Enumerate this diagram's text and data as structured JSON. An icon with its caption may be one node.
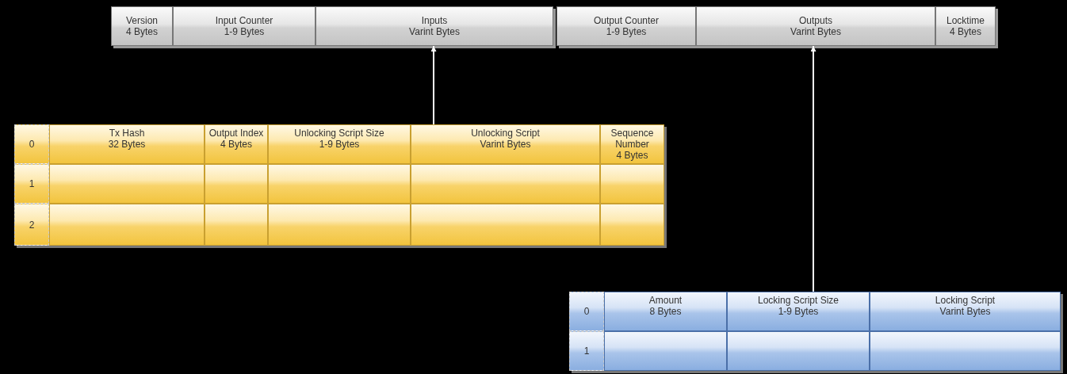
{
  "diagram": {
    "nodes": [
      {
        "text": [
          "Version",
          "4 Bytes"
        ]
      },
      {
        "text": [
          "Input Counter",
          "1-9 Bytes"
        ]
      },
      {
        "text": [
          "Inputs",
          "Varint Bytes"
        ]
      },
      {
        "text": [
          "Output Counter",
          "1-9 Bytes"
        ]
      },
      {
        "text": [
          "Outputs",
          "Varint Bytes"
        ]
      },
      {
        "text": [
          "Locktime",
          "4 Bytes"
        ]
      },
      {
        "text": [],
        "shape": "box"
      },
      {
        "text": [
          "0"
        ],
        "in": 6
      },
      {
        "text": [
          "Tx Hash",
          "32 Bytes"
        ],
        "in": 6
      },
      {
        "text": [
          "Output Index",
          "4 Bytes"
        ],
        "in": 6
      },
      {
        "text": [
          "Unlocking Script Size",
          "1-9 Bytes"
        ],
        "in": 6
      },
      {
        "text": [
          "Unlocking Script",
          "Varint Bytes"
        ],
        "in": 6
      },
      {
        "text": [
          "Sequence Number",
          "4 Bytes"
        ],
        "in": 6
      },
      {
        "text": [
          "1"
        ],
        "in": 6
      },
      {
        "text": [],
        "shape": "box",
        "in": 6
      },
      {
        "text": [],
        "shape": "box",
        "in": 6
      },
      {
        "text": [],
        "shape": "box",
        "in": 6
      },
      {
        "text": [],
        "shape": "box",
        "in": 6
      },
      {
        "text": [],
        "shape": "box",
        "in": 6
      },
      {
        "text": [
          "2"
        ],
        "in": 6
      },
      {
        "text": [],
        "shape": "box",
        "in": 6
      },
      {
        "text": [],
        "shape": "box",
        "in": 6
      },
      {
        "text": [],
        "shape": "box",
        "in": 6
      },
      {
        "text": [],
        "shape": "box",
        "in": 6
      },
      {
        "text": [],
        "shape": "box",
        "in": 6
      },
      {
        "text": [],
        "shape": "box"
      },
      {
        "text": [
          "0"
        ],
        "in": 25
      },
      {
        "text": [
          "Amount",
          "8 Bytes"
        ],
        "in": 25
      },
      {
        "text": [
          "Locking Script Size",
          "1-9 Bytes"
        ],
        "in": 25
      },
      {
        "text": [
          "Locking Script",
          "Varint Bytes"
        ],
        "in": 25
      },
      {
        "text": [
          "1"
        ],
        "in": 25
      },
      {
        "text": [],
        "shape": "box",
        "in": 25
      },
      {
        "text": [],
        "shape": "box",
        "in": 25
      },
      {
        "text": [],
        "shape": "box",
        "in": 25
      }
    ],
    "edges": [
      {
        "from": 6,
        "to": 2,
        "arrow": "to"
      },
      {
        "from": 25,
        "to": 4,
        "arrow": "to"
      }
    ]
  }
}
